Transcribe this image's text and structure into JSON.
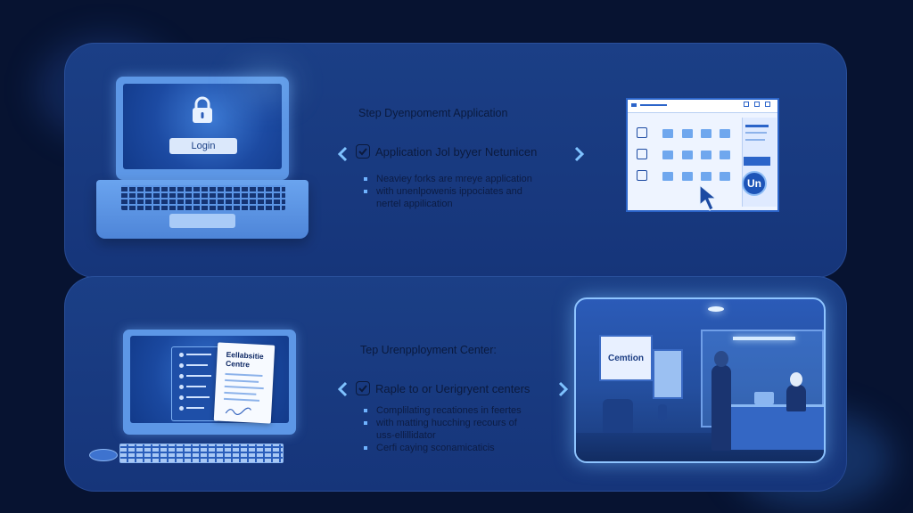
{
  "section1": {
    "title": "Step Dyenpomemt Application",
    "check_text": "Application Jol byyer Netunicen",
    "bullets": [
      "Neaviey forks are mreye application",
      "with unenlpowenis ippociates and",
      "nertel appilication"
    ],
    "login_label": "Login",
    "badge_text": "Un"
  },
  "section2": {
    "title": "Tep Urenpployment Center:",
    "check_text": "Raple to or Uerigryent centers",
    "bullets": [
      "Complilating recationes in feertes",
      "with matting hucching recours of",
      "uss-ellillidator",
      "Cerfi caying sconamicaticis"
    ],
    "doc_title": "Eellabsitie Centre",
    "sign_text": "Cemtion"
  },
  "colors": {
    "background": "#071331",
    "panel": "#1b3f86",
    "accent": "#6fb3ff",
    "text_dark": "#0b1a3d"
  },
  "icons": [
    "lock-icon",
    "check-icon",
    "chevron-left-icon",
    "chevron-right-icon",
    "cursor-icon"
  ]
}
